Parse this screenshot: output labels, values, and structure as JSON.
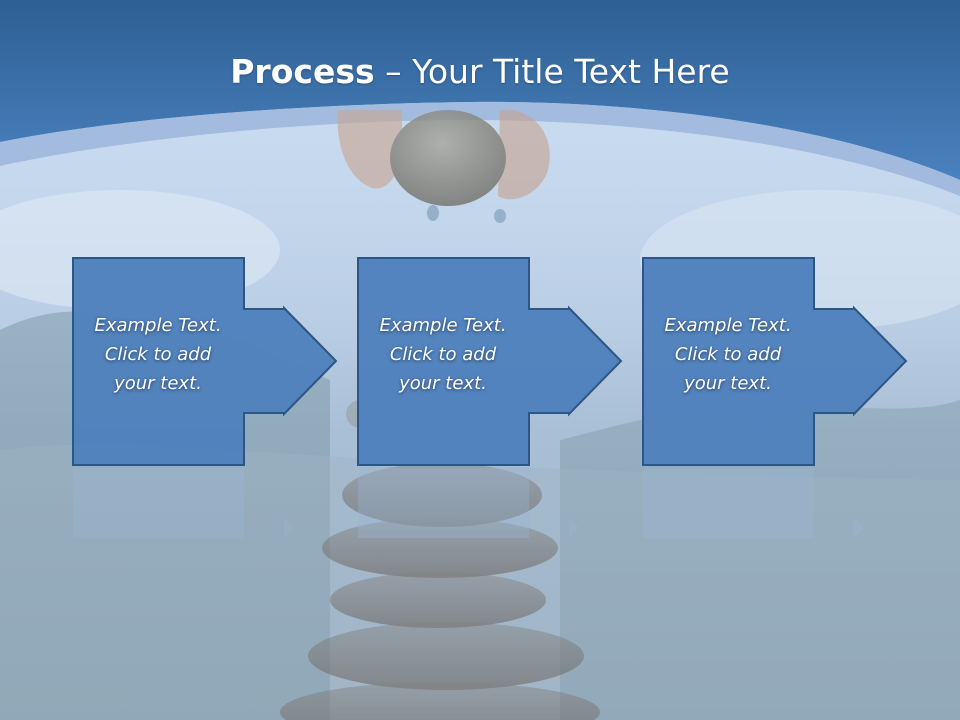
{
  "slide": {
    "title_bold": "Process",
    "title_rest": " – Your Title Text Here",
    "colors": {
      "header_top": "#2e5f93",
      "header_bottom": "#4a82bf",
      "step_fill": "#4f81bd",
      "step_stroke": "#2c5684",
      "text": "#ffffff"
    },
    "steps": [
      {
        "line1": "Example Text.",
        "line2": "Click  to add",
        "line3": "your text."
      },
      {
        "line1": "Example Text.",
        "line2": "Click  to add",
        "line3": "your text."
      },
      {
        "line1": "Example Text.",
        "line2": "Click  to add",
        "line3": "your text."
      }
    ]
  }
}
